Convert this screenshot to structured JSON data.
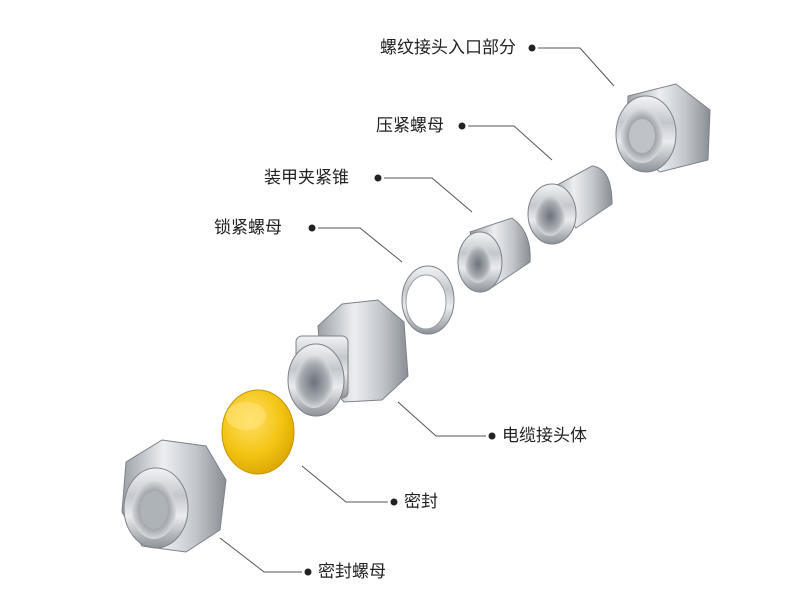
{
  "labels": {
    "thread_entry": "螺纹接头入口部分",
    "compression_nut": "压紧螺母",
    "armor_cone": "装甲夹紧锥",
    "lock_nut": "锁紧螺母",
    "gland_body": "电缆接头体",
    "seal": "密封",
    "seal_nut": "密封螺母"
  },
  "colors": {
    "seal_yellow": "#f2c418",
    "metal": "#c9ccd0",
    "leader": "#555555"
  }
}
